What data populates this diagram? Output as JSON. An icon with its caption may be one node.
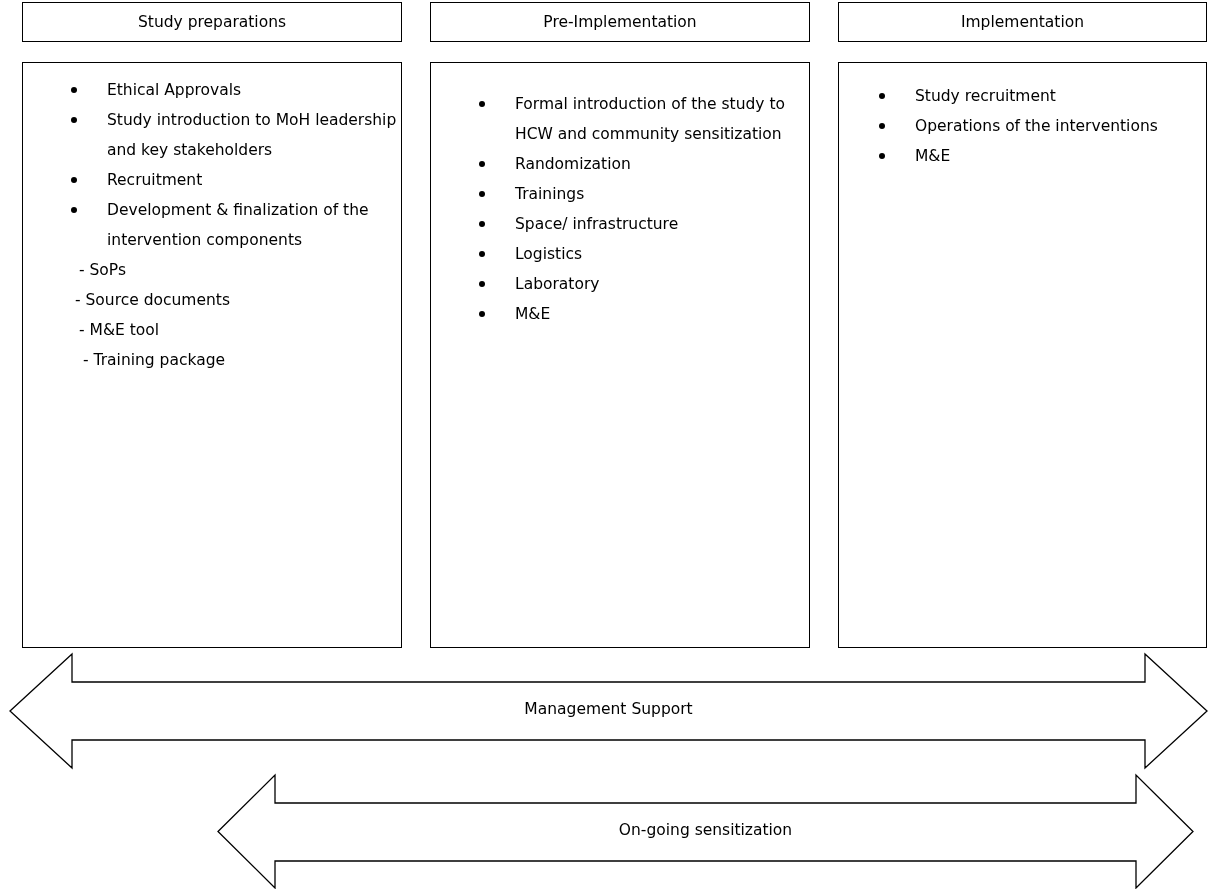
{
  "diagram": {
    "nodes": [
      {
        "text": [
          "Study preparations"
        ]
      },
      {
        "text": [
          "Pre-Implementation"
        ]
      },
      {
        "text": [
          "Implementation"
        ]
      },
      {
        "text": [
          "Ethical Approvals",
          "Study introduction to MoH leadership and key stakeholders",
          "Recruitment",
          "Development & finalization of the intervention components",
          "- SoPs",
          "- Source documents",
          "- M&E tool",
          "- Training package"
        ]
      },
      {
        "text": [
          "Formal introduction of the study to HCW and community sensitization",
          "Randomization",
          "Trainings",
          "Space/ infrastructure",
          "Logistics",
          "Laboratory",
          "M&E"
        ]
      },
      {
        "text": [
          "Study recruitment",
          "Operations of the interventions",
          "M&E"
        ]
      },
      {
        "text": [
          "Management Support"
        ]
      },
      {
        "text": [
          "On-going sensitization"
        ]
      }
    ]
  }
}
